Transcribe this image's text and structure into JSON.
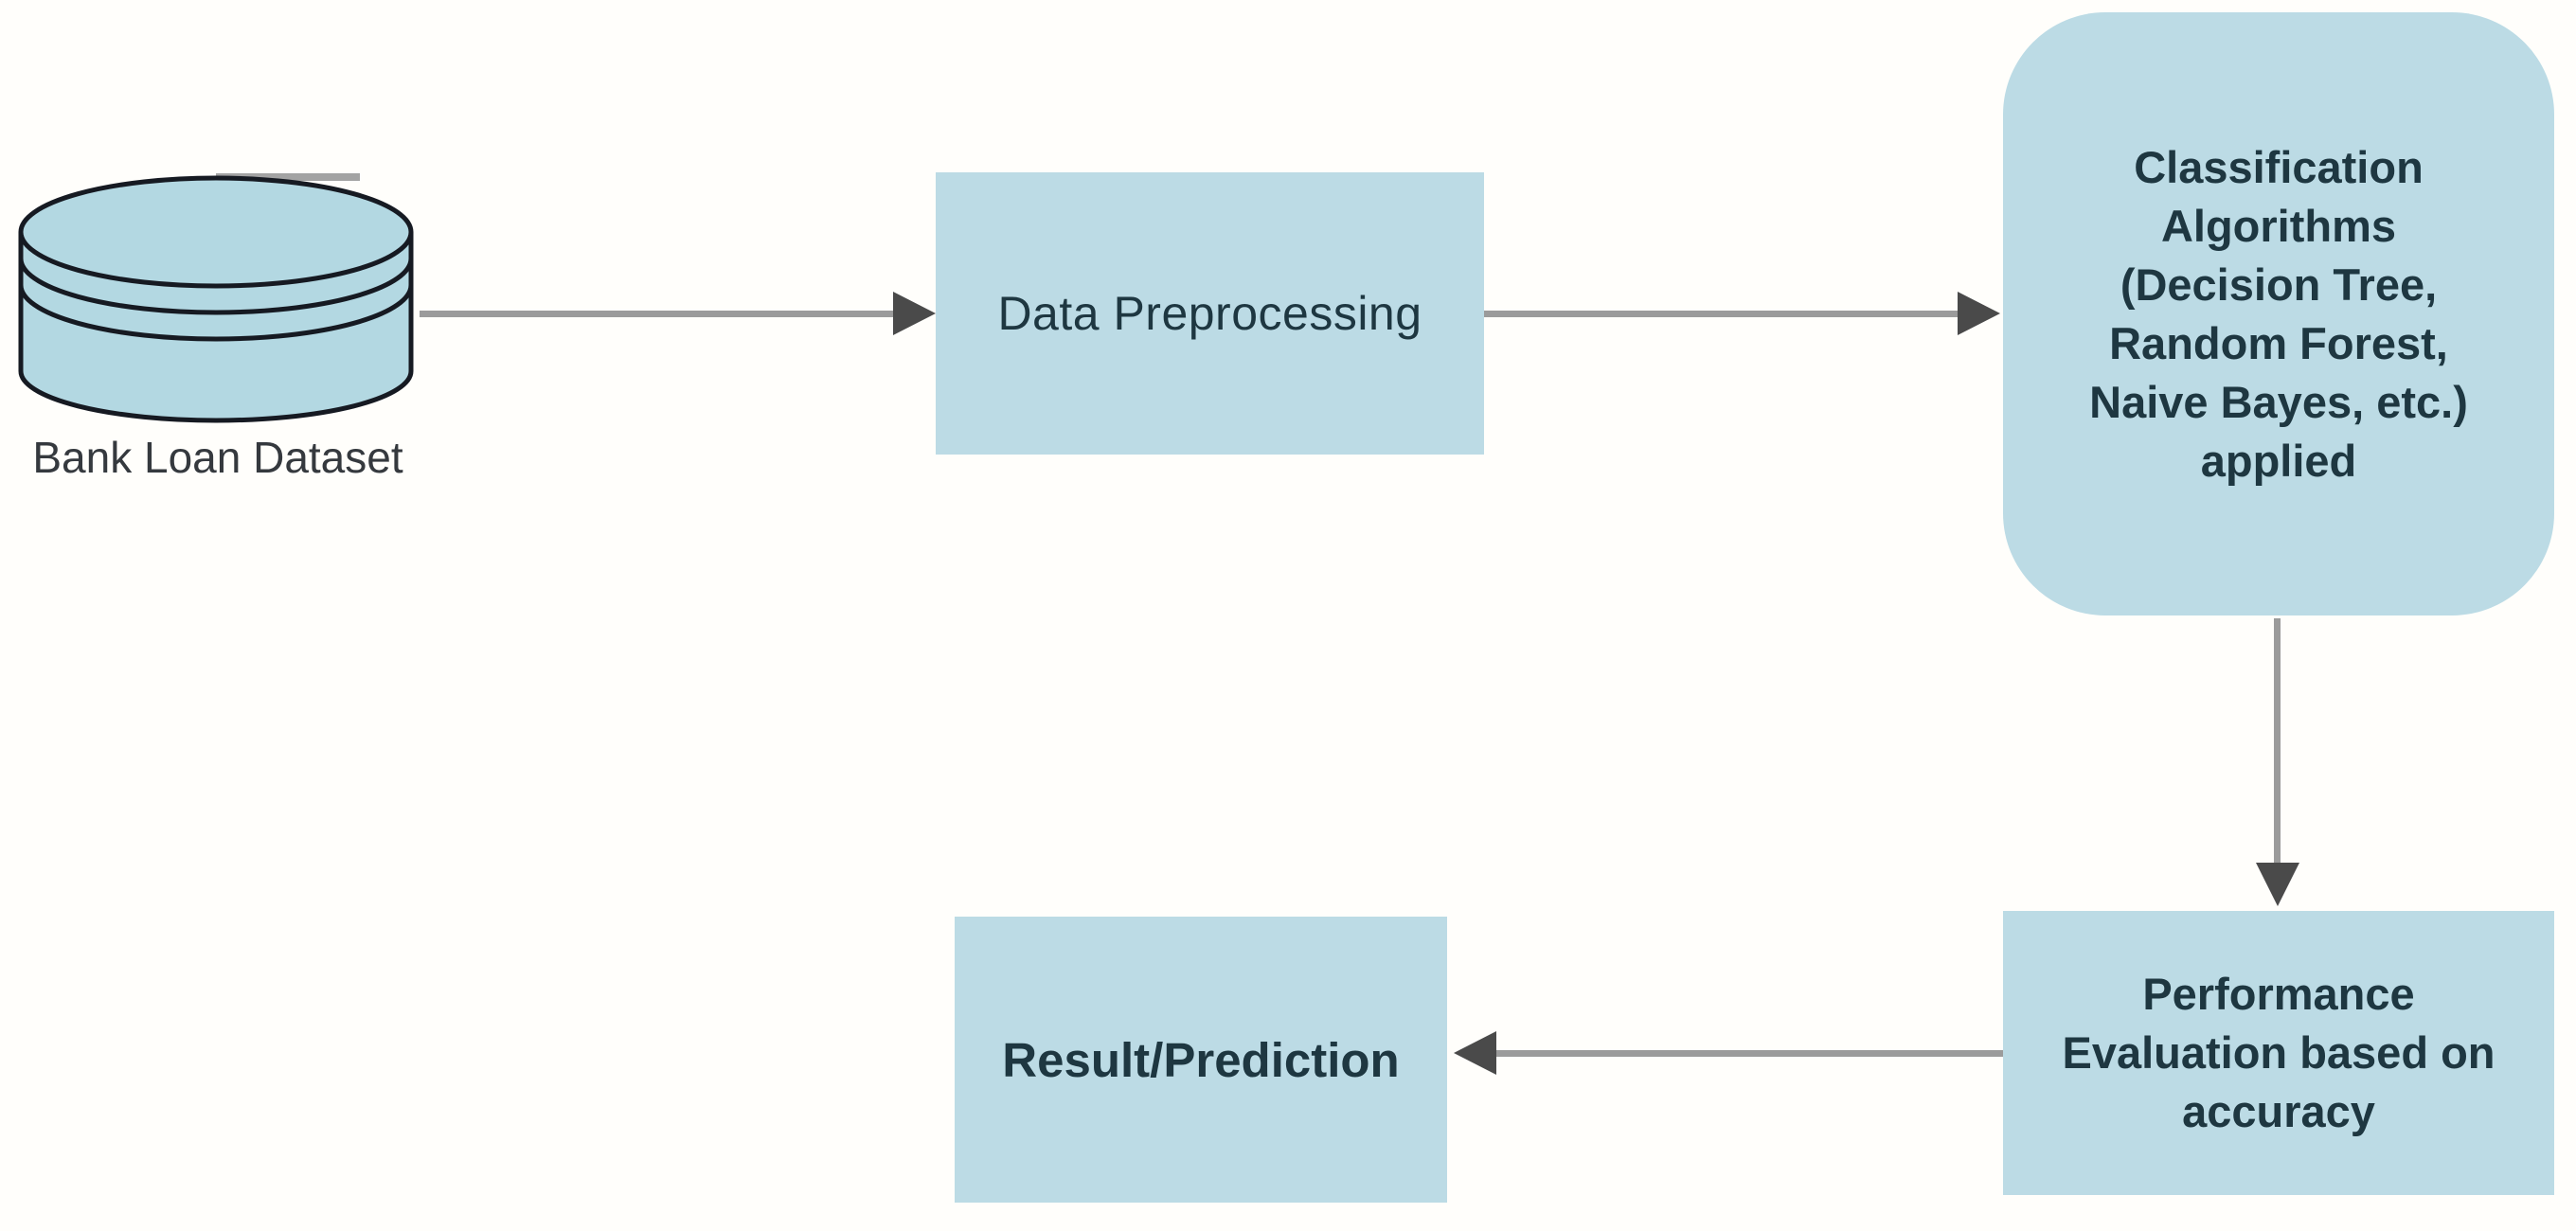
{
  "diagram": {
    "type": "flowchart",
    "nodes": {
      "dataset": {
        "label": "Bank Loan Dataset",
        "shape": "database-cylinder"
      },
      "preprocessing": {
        "label": "Data Preprocessing",
        "shape": "rectangle"
      },
      "classification": {
        "label": "Classification\nAlgorithms\n(Decision Tree,\nRandom Forest,\nNaive Bayes, etc.)\napplied",
        "shape": "rounded-rectangle"
      },
      "evaluation": {
        "label": "Performance\nEvaluation based on\naccuracy",
        "shape": "rectangle"
      },
      "result": {
        "label": "Result/Prediction",
        "shape": "rectangle"
      }
    },
    "edges": [
      {
        "from": "dataset",
        "to": "preprocessing",
        "direction": "right"
      },
      {
        "from": "preprocessing",
        "to": "classification",
        "direction": "right"
      },
      {
        "from": "classification",
        "to": "evaluation",
        "direction": "down"
      },
      {
        "from": "evaluation",
        "to": "result",
        "direction": "left"
      }
    ],
    "colors": {
      "background": "#fffefb",
      "node_fill": "#bcdbe5",
      "cylinder_fill": "#b3d8e2",
      "cylinder_outline": "#161a22",
      "node_text": "#1e3741",
      "caption_text": "#35393e",
      "arrow_line": "#9b9b9b",
      "arrow_head": "#4a4a4a"
    }
  }
}
